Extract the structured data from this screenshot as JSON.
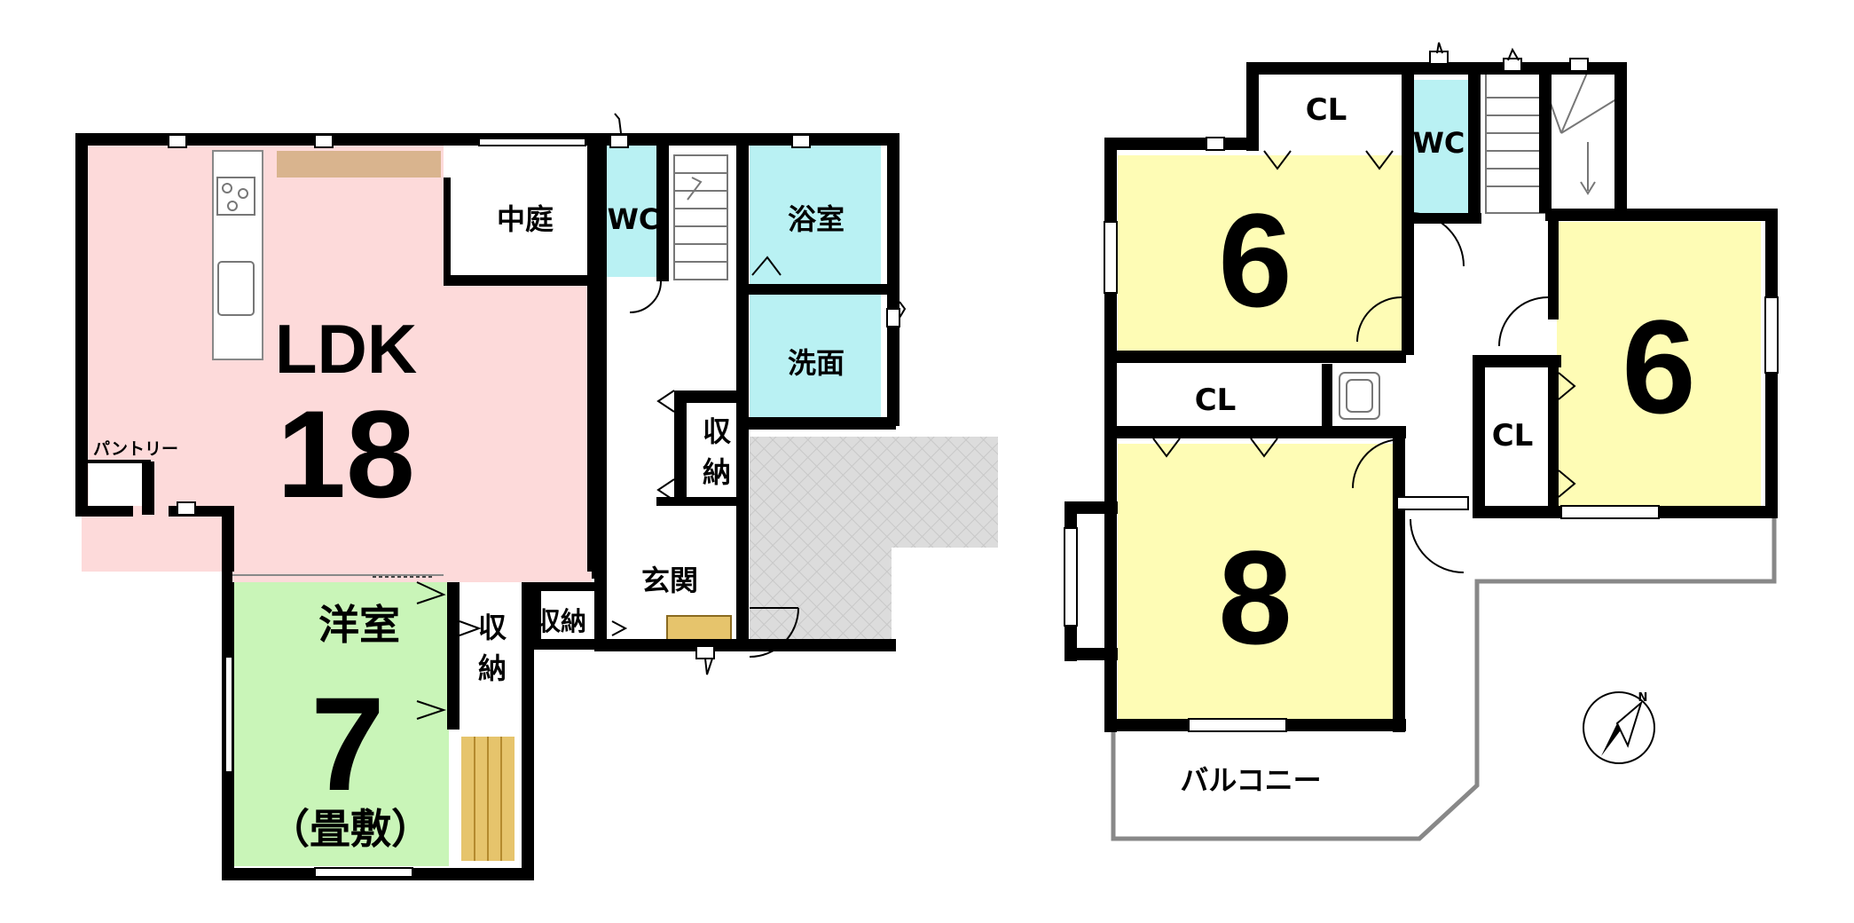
{
  "floor1": {
    "ldk_name": "LDK",
    "ldk_size": "18",
    "pantry": "パントリー",
    "courtyard": "中庭",
    "wc": "WC",
    "bath": "浴室",
    "washroom": "洗面",
    "storage_hall_line1": "収",
    "storage_hall_line2": "納",
    "entrance": "玄関",
    "storage_entrance": "収納",
    "western_room_name": "洋室",
    "western_room_size": "7",
    "western_room_note": "（畳敷）",
    "storage_room_line1": "収",
    "storage_room_line2": "納"
  },
  "floor2": {
    "cl_top": "CL",
    "wc": "WC",
    "room_nw_size": "6",
    "cl_middle": "CL",
    "room_sw_size": "8",
    "cl_east": "CL",
    "room_east_size": "6",
    "balcony": "バルコニー"
  },
  "compass_letter": "N",
  "colors": {
    "wall": "#000000",
    "ldk": "#fddada",
    "western_room": "#c9f5b8",
    "wet_area": "#b9f1f3",
    "bedroom": "#fefcb5",
    "kitchen_counter": "#d9b48e",
    "stair_storage": "#e6c46c",
    "terrace": "#dcdcdc"
  }
}
